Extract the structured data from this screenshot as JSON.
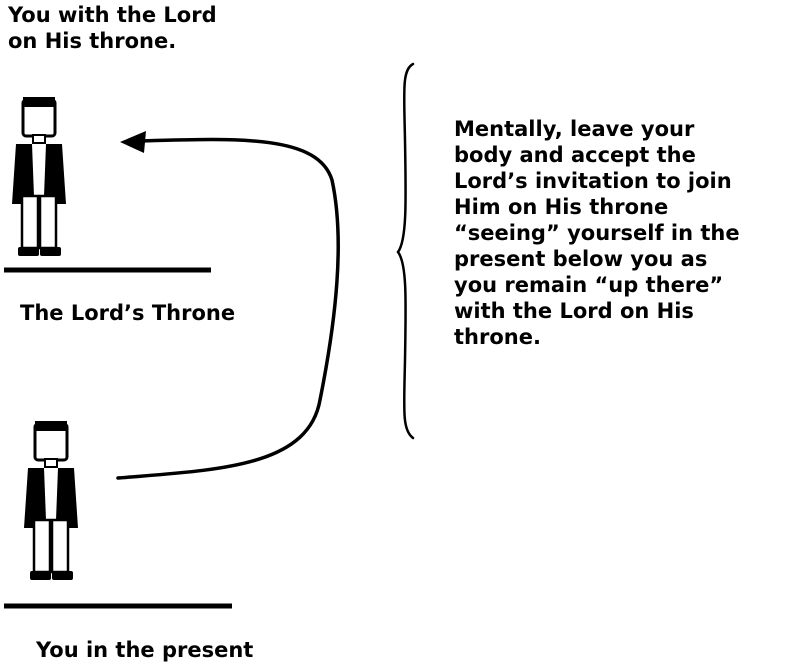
{
  "top_caption": [
    "You with the Lord",
    "on His throne."
  ],
  "throne_label": "The Lord’s Throne",
  "bottom_caption": "You in the present",
  "instructions": [
    "Mentally, leave your",
    "body and accept the",
    "Lord’s invitation to join",
    "Him on His throne",
    "“seeing” yourself in the",
    "present below you as",
    "you remain “up there”",
    "with the Lord on His",
    "throne."
  ]
}
